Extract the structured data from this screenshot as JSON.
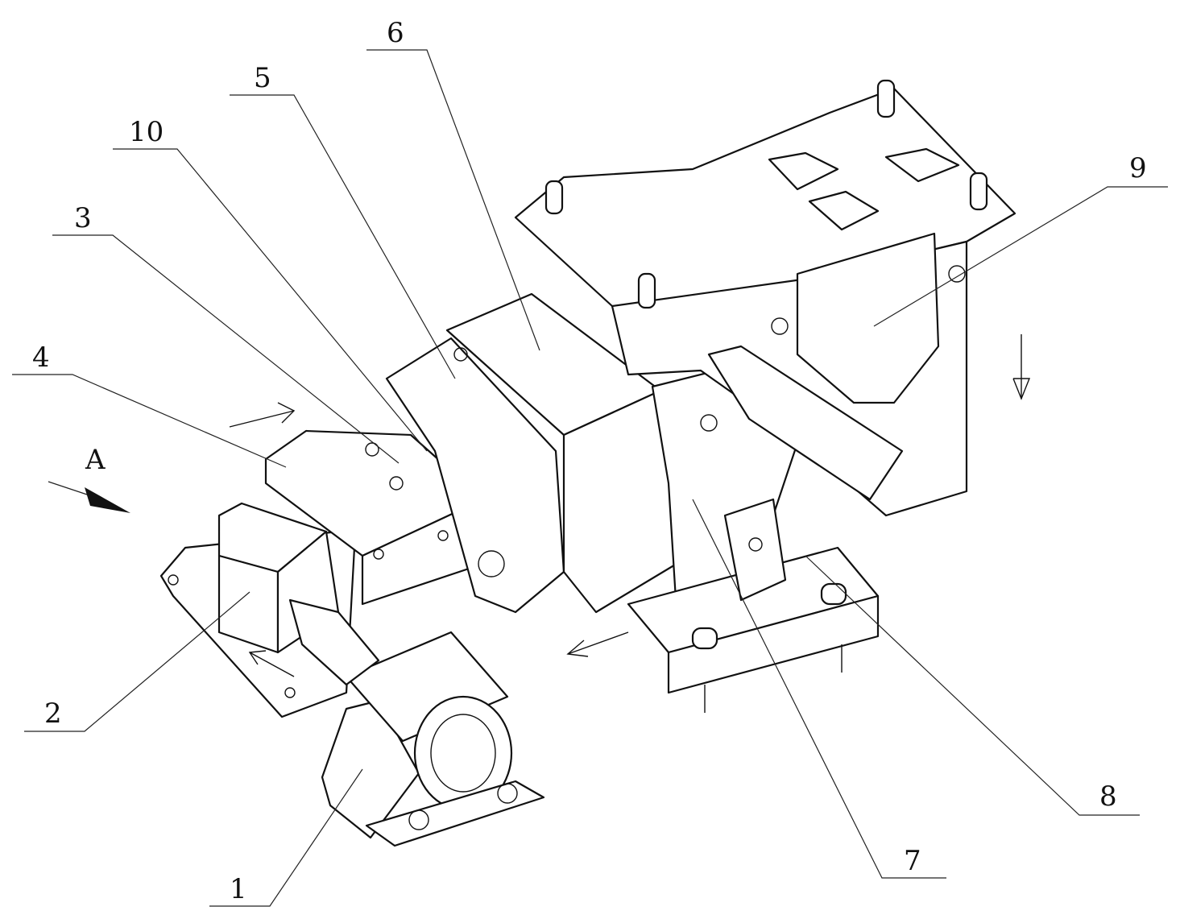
{
  "figure": {
    "labels": [
      {
        "id": "1",
        "text": "1"
      },
      {
        "id": "2",
        "text": "2"
      },
      {
        "id": "3",
        "text": "3"
      },
      {
        "id": "4",
        "text": "4"
      },
      {
        "id": "5",
        "text": "5"
      },
      {
        "id": "6",
        "text": "6"
      },
      {
        "id": "7",
        "text": "7"
      },
      {
        "id": "8",
        "text": "8"
      },
      {
        "id": "9",
        "text": "9"
      },
      {
        "id": "10",
        "text": "10"
      }
    ],
    "view_marker": "A"
  }
}
